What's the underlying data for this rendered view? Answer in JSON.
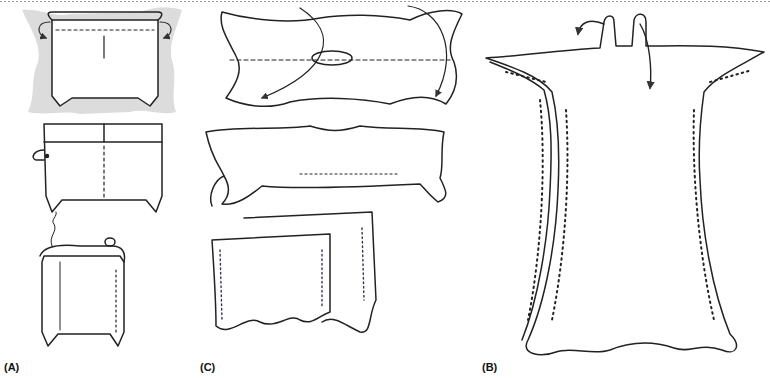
{
  "diagram": {
    "labels": [
      "(A)",
      "(C)",
      "(B)"
    ]
  }
}
